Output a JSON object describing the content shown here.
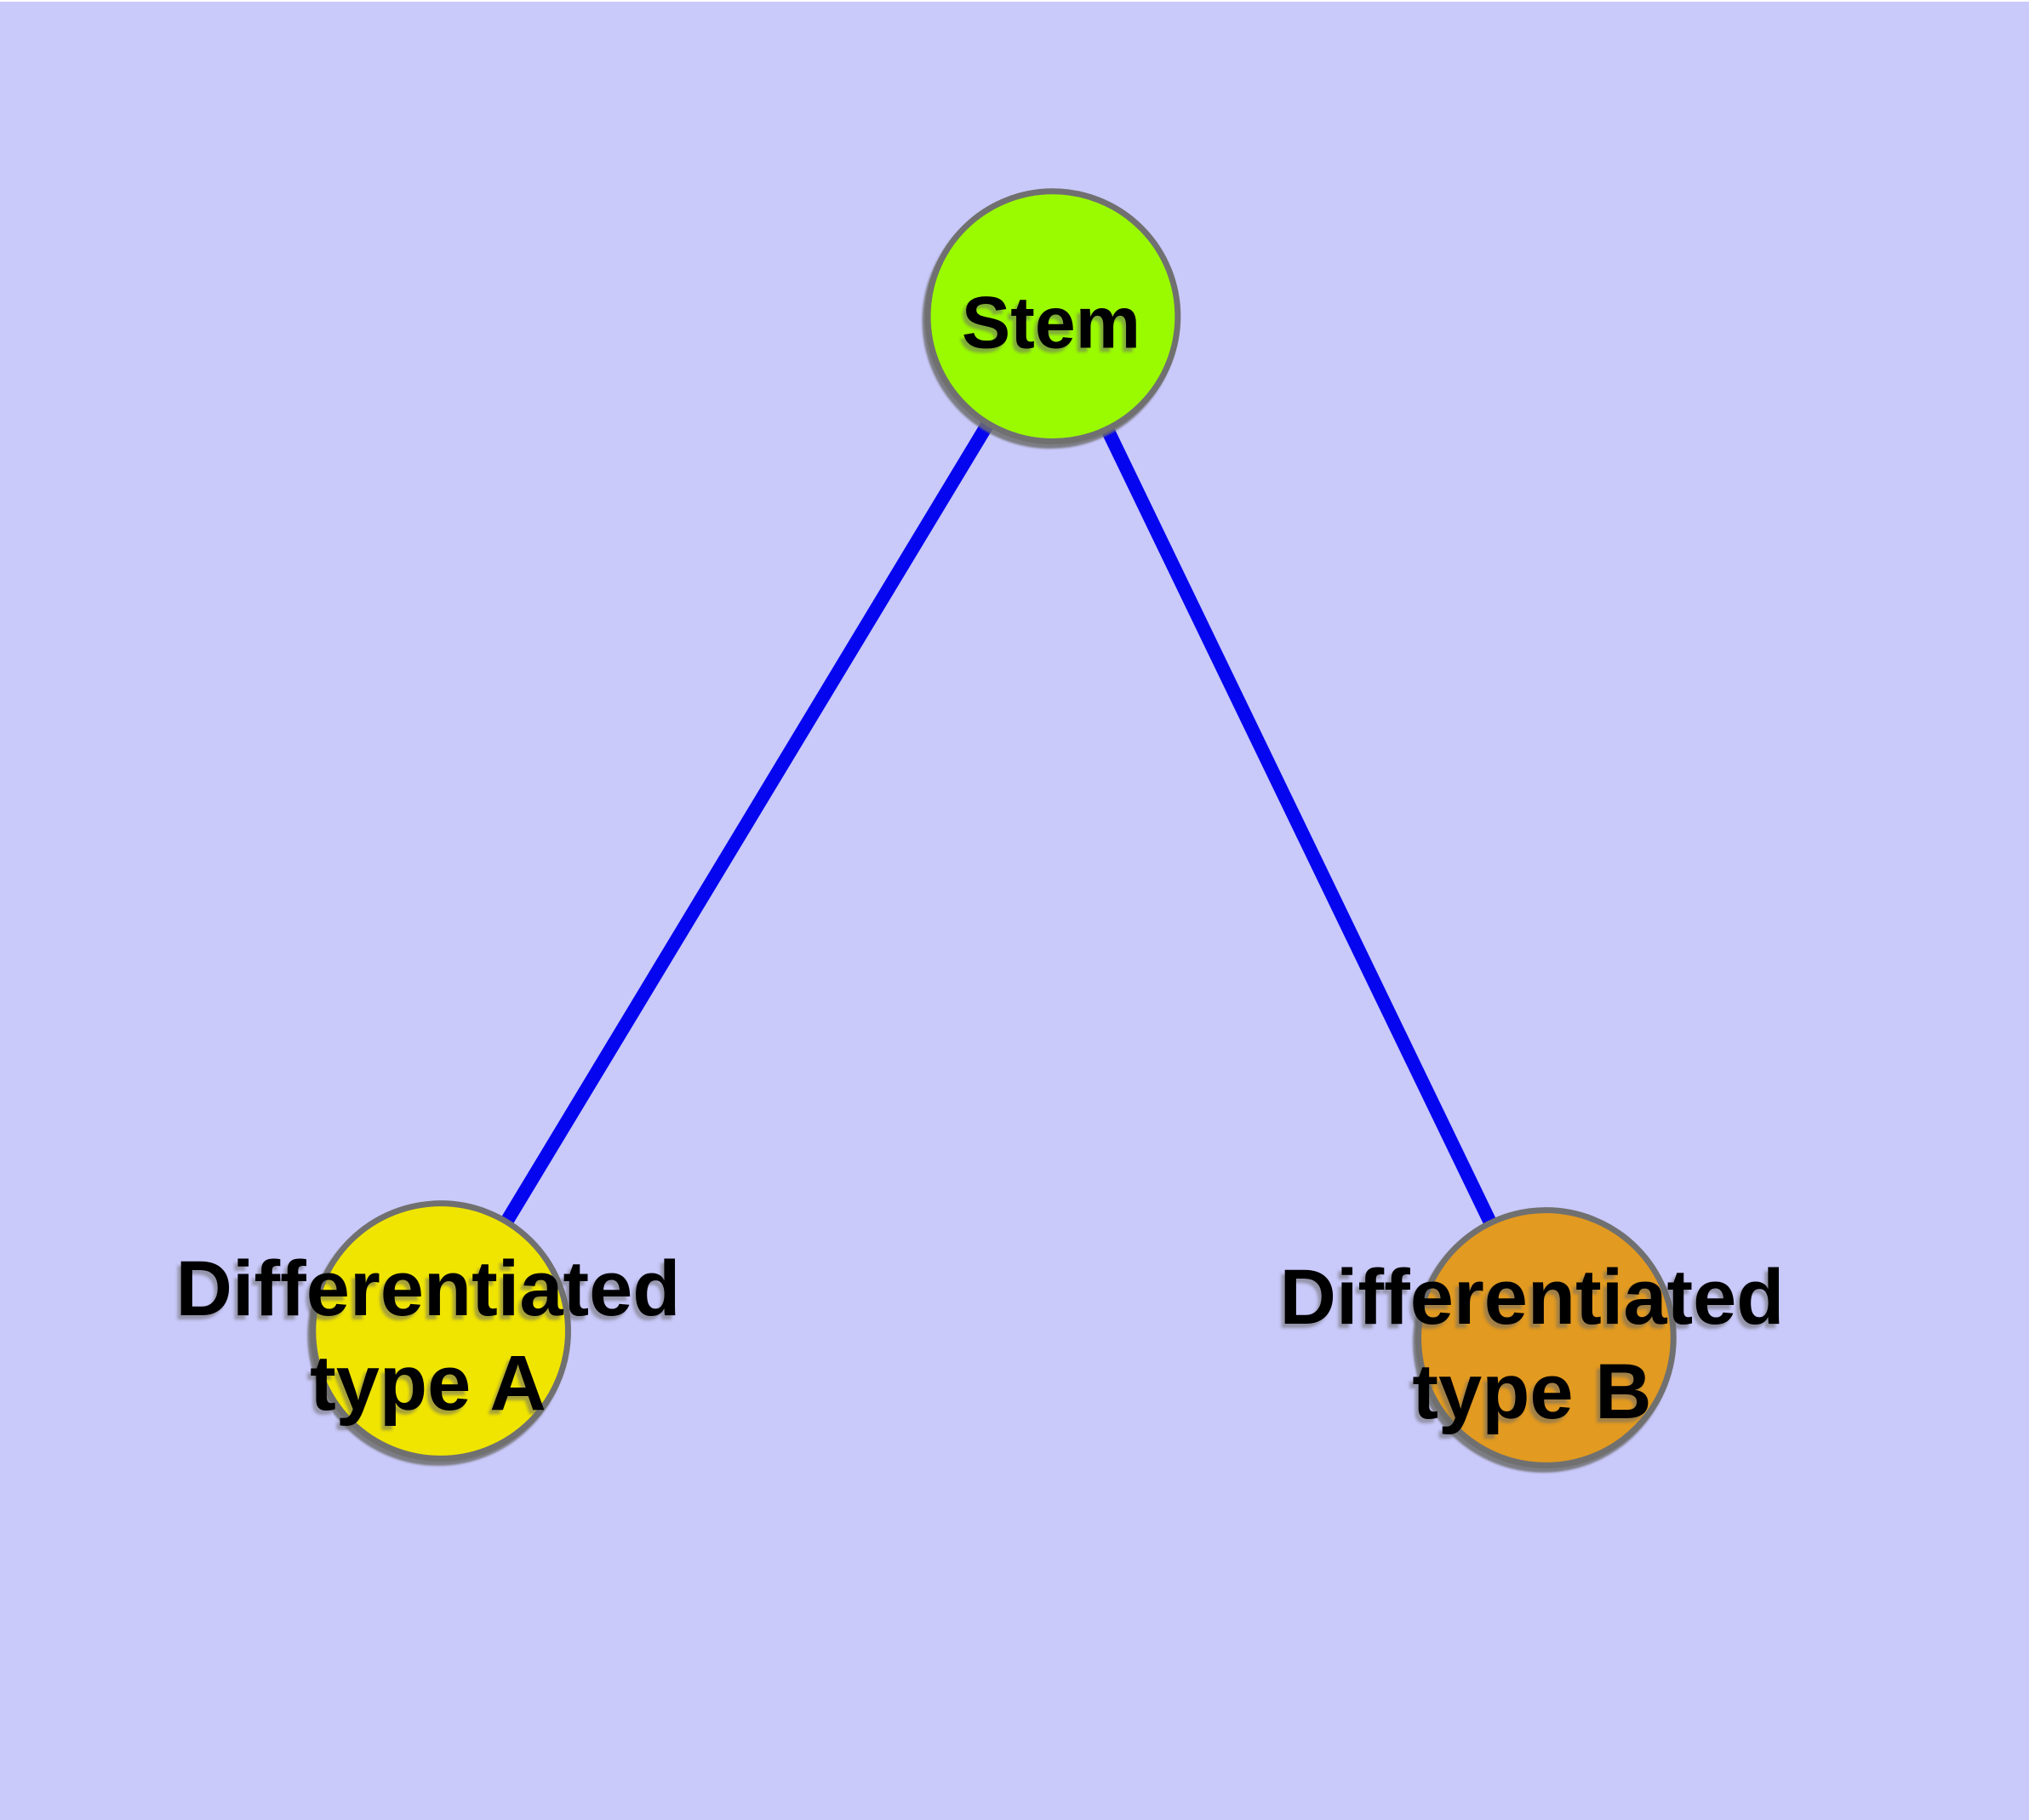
{
  "colors": {
    "background": "#C9C9FA",
    "edge": "#0505F0",
    "node-border": "#707070",
    "text": "#000000"
  },
  "diagram": {
    "nodes": {
      "stem": {
        "label": "Stem",
        "fill": "#9AFB00"
      },
      "type_a": {
        "label_line1": "Differentiated",
        "label_line2": "type A",
        "fill": "#F0E500"
      },
      "type_b": {
        "label_line1": "Differentiated",
        "label_line2": "type B",
        "fill": "#E29A20"
      }
    },
    "edges": [
      {
        "from": "Stem",
        "to": "Differentiated type A"
      },
      {
        "from": "Stem",
        "to": "Differentiated type B"
      }
    ]
  }
}
